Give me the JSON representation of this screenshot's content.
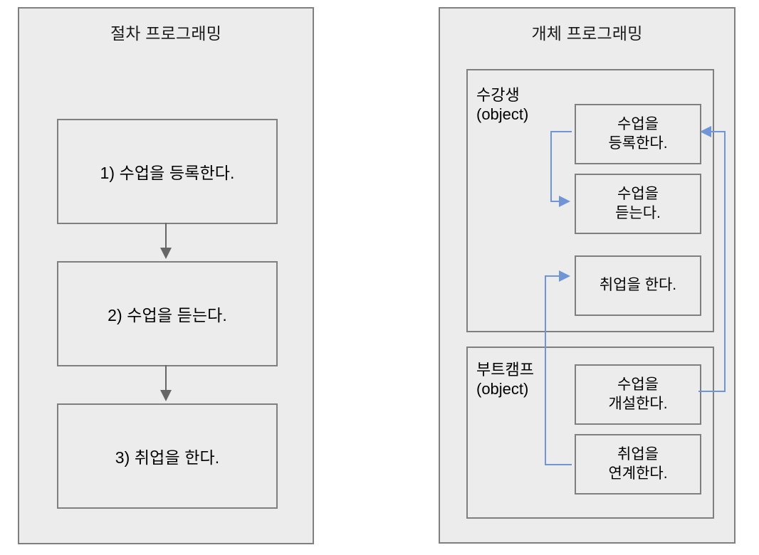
{
  "diagram": {
    "background_color": "#ffffff",
    "panel_fill": "#ececec",
    "panel_stroke": "#7f7f7f",
    "arrow_gray": "#666666",
    "arrow_blue": "#6f95d8"
  },
  "procedural": {
    "title": "절차 프로그래밍",
    "steps": [
      {
        "label": "1) 수업을 등록한다."
      },
      {
        "label": "2) 수업을 듣는다."
      },
      {
        "label": "3) 취업을 한다."
      }
    ]
  },
  "object_oriented": {
    "title": "개체 프로그래밍",
    "groups": [
      {
        "name": "수강생",
        "kind": "(object)",
        "methods": [
          {
            "line1": "수업을",
            "line2": "등록한다."
          },
          {
            "line1": "수업을",
            "line2": "듣는다."
          },
          {
            "line1": "취업을 한다.",
            "line2": ""
          }
        ]
      },
      {
        "name": "부트캠프",
        "kind": "(object)",
        "methods": [
          {
            "line1": "수업을",
            "line2": "개설한다."
          },
          {
            "line1": "취업을",
            "line2": "연계한다."
          }
        ]
      }
    ]
  }
}
